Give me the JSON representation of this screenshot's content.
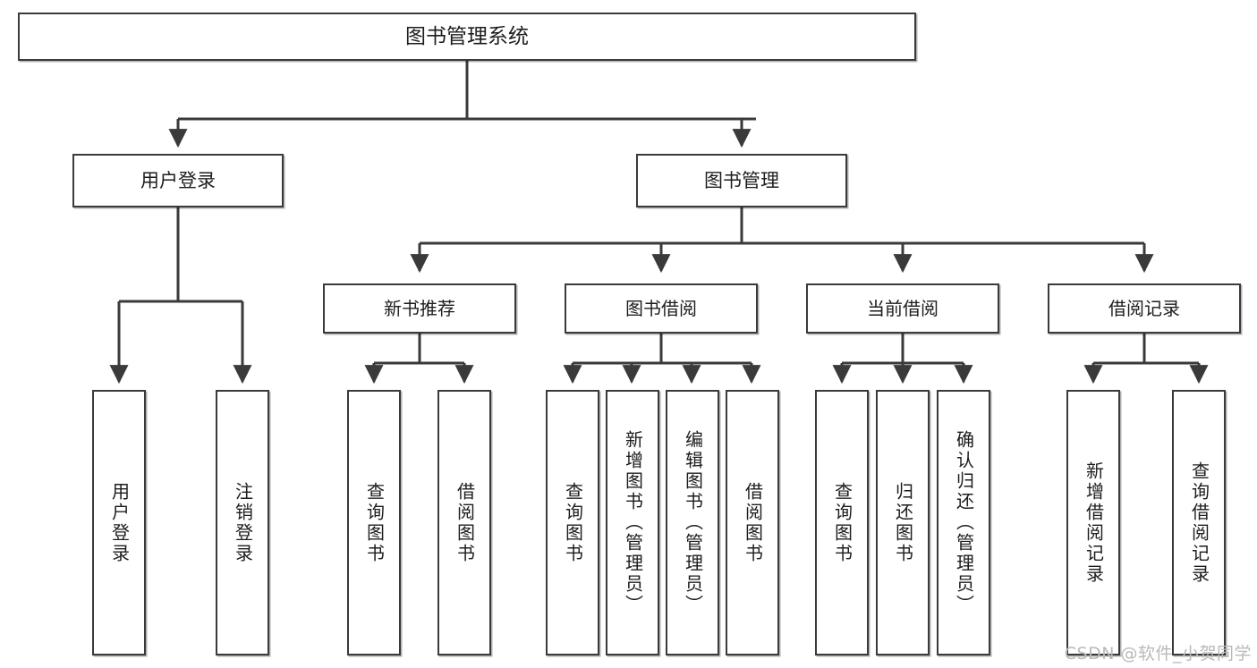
{
  "diagram": {
    "title": "图书管理系统",
    "watermark": "CSDN @软件_小贺同学",
    "stroke_color": "#3a3a3a",
    "background_color": "#ffffff",
    "text_color": "#1d1d1d",
    "watermark_color": "#b9b9b9"
  },
  "nodes": {
    "root": {
      "label": "图书管理系统"
    },
    "level2": [
      {
        "label": "用户登录"
      },
      {
        "label": "图书管理"
      }
    ],
    "level3": [
      {
        "label": "新书推荐"
      },
      {
        "label": "图书借阅"
      },
      {
        "label": "当前借阅"
      },
      {
        "label": "借阅记录"
      }
    ],
    "leaves": {
      "user_login": [
        {
          "label": "用户登录"
        },
        {
          "label": "注销登录"
        }
      ],
      "new_book_recommend": [
        {
          "label": "查询图书"
        },
        {
          "label": "借阅图书"
        }
      ],
      "book_borrow": [
        {
          "label": "查询图书"
        },
        {
          "label": "新增图书（管理员）"
        },
        {
          "label": "编辑图书（管理员）"
        },
        {
          "label": "借阅图书"
        }
      ],
      "current_borrow": [
        {
          "label": "查询图书"
        },
        {
          "label": "归还图书"
        },
        {
          "label": "确认归还（管理员）"
        }
      ],
      "borrow_record": [
        {
          "label": "新增借阅记录"
        },
        {
          "label": "查询借阅记录"
        }
      ]
    }
  }
}
